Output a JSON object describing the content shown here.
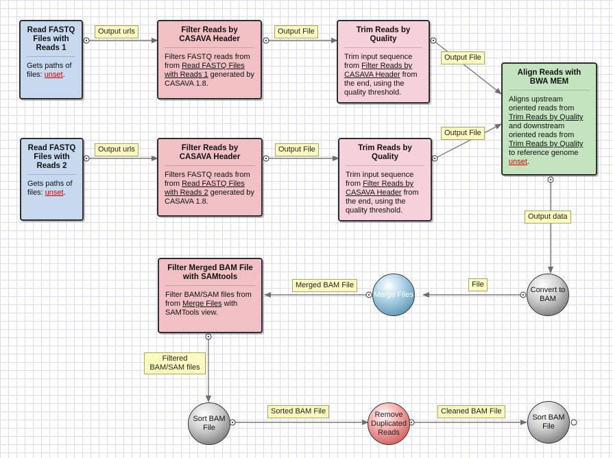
{
  "nodes": {
    "read1": {
      "title": "Read FASTQ Files with Reads 1",
      "desc_pre": "Gets paths of files: ",
      "desc_link": "unset",
      "desc_post": "."
    },
    "filter1": {
      "title": "Filter Reads by CASAVA Header",
      "desc_pre": "Filters FASTQ reads from from ",
      "desc_link": "Read FASTQ Files with Reads 1",
      "desc_post": " generated by CASAVA 1.8."
    },
    "trim1": {
      "title": "Trim Reads by Quality",
      "desc_pre": "Trim input sequence from ",
      "desc_link": "Filter Reads by CASAVA Header",
      "desc_post": " from the end, using the quality threshold."
    },
    "align": {
      "title": "Align Reads with BWA MEM",
      "desc_1": "Aligns upstream oriented reads from ",
      "desc_link1": "Trim Reads by Quality",
      "desc_2": " and downstream oriented reads from ",
      "desc_link2": "Trim Reads by Quality",
      "desc_3": " to reference genome ",
      "desc_link3": "unset",
      "desc_4": "."
    },
    "read2": {
      "title": "Read FASTQ Files with Reads 2",
      "desc_pre": "Gets paths of files: ",
      "desc_link": "unset",
      "desc_post": "."
    },
    "filter2": {
      "title": "Filter Reads by CASAVA Header",
      "desc_pre": "Filters FASTQ reads from from ",
      "desc_link": "Read FASTQ Files with Reads 2",
      "desc_post": " generated by CASAVA 1.8."
    },
    "trim2": {
      "title": "Trim Reads by Quality",
      "desc_pre": "Trim input sequence from ",
      "desc_link": "Filter Reads by CASAVA Header",
      "desc_post": " from the end, using the quality threshold."
    },
    "filtermerged": {
      "title": "Filter Merged BAM File with SAMtools",
      "desc_pre": "Filter BAM/SAM files from from ",
      "desc_link": "Merge Files",
      "desc_post": " with SAMTools view."
    },
    "convert": {
      "label": "Convert to BAM"
    },
    "merge": {
      "label": "Merge Files"
    },
    "sort1": {
      "label": "Sort BAM File"
    },
    "remove": {
      "label": "Remove Duplicated Reads"
    },
    "sort2": {
      "label": "Sort BAM File"
    }
  },
  "edges": {
    "e1": "Output urls",
    "e2": "Output File",
    "e3": "Output File",
    "e4": "Output urls",
    "e5": "Output File",
    "e6": "Output File",
    "e7": "Output data",
    "e8": "File",
    "e9": "Merged BAM File",
    "e10": "Filtered BAM/SAM files",
    "e11": "Sorted BAM File",
    "e12": "Cleaned BAM File"
  },
  "colors": {
    "read": "#c6d9ef",
    "filter": "#f0c0c4",
    "trim": "#f6d1dc",
    "align": "#c4e4c0",
    "wire": "#7a7a7a"
  }
}
